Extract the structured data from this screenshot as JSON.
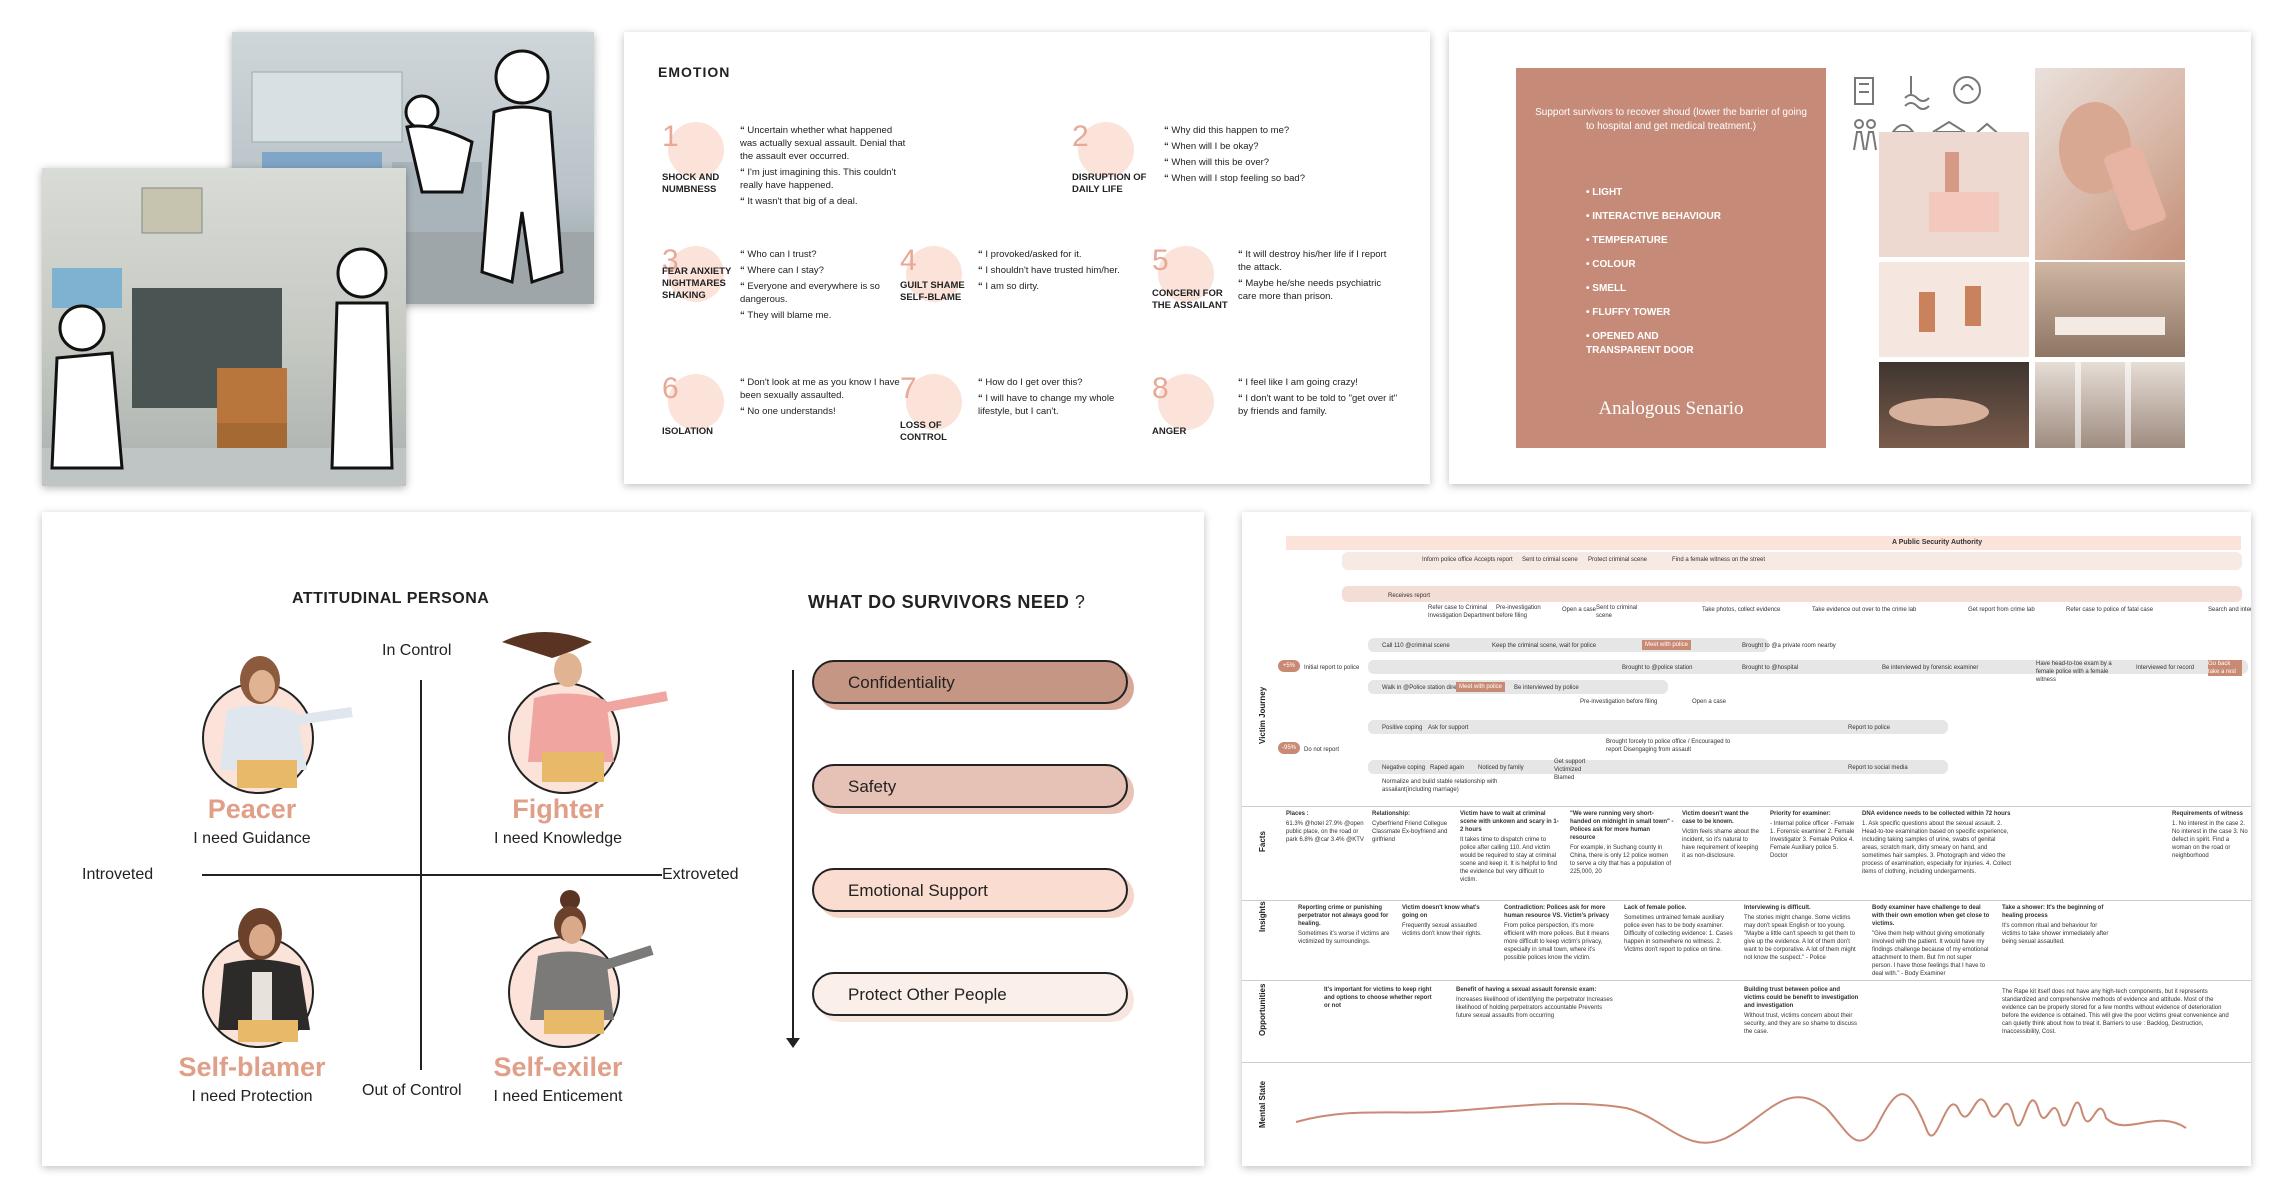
{
  "emotion": {
    "title": "EMOTION",
    "items": [
      {
        "num": "1",
        "name": "SHOCK AND NUMBNESS",
        "quotes": [
          "Uncertain whether what happened was actually sexual assault. Denial that the assault ever occurred.",
          "I'm just imagining this. This couldn't really have happened.",
          "It wasn't that big of a deal."
        ]
      },
      {
        "num": "2",
        "name": "DISRUPTION OF DAILY LIFE",
        "quotes": [
          "Why did this happen to me?",
          "When will I be okay?",
          "When will this be over?",
          "When will I stop feeling so bad?"
        ]
      },
      {
        "num": "3",
        "name": "FEAR ANXIETY NIGHTMARES SHAKING",
        "quotes": [
          "Who can I trust?",
          "Where can I stay?",
          "Everyone and everywhere is so dangerous.",
          "They will blame me."
        ]
      },
      {
        "num": "4",
        "name": "GUILT SHAME SELF-BLAME",
        "quotes": [
          "I provoked/asked for it.",
          "I shouldn't have trusted him/her.",
          "I am so dirty."
        ]
      },
      {
        "num": "5",
        "name": "CONCERN FOR THE ASSAILANT",
        "quotes": [
          "It will destroy his/her life if I report the attack.",
          "Maybe he/she needs psychiatric care more than prison."
        ]
      },
      {
        "num": "6",
        "name": "ISOLATION",
        "quotes": [
          "Don't look at me as you know I have been sexually assaulted.",
          "No one understands!"
        ]
      },
      {
        "num": "7",
        "name": "LOSS OF CONTROL",
        "quotes": [
          "How do I get over this?",
          "I will have to change my whole lifestyle, but I can't."
        ]
      },
      {
        "num": "8",
        "name": "ANGER",
        "quotes": [
          "I feel like I am going crazy!",
          "I don't want to be told to \"get over it\" by friends and family."
        ]
      }
    ]
  },
  "analogous": {
    "support": "Support survivors to recover shoud (lower the barrier of going to hospital and get medical treatment.)",
    "features": [
      "LIGHT",
      "INTERACTIVE BEHAVIOUR",
      "TEMPERATURE",
      "COLOUR",
      "SMELL",
      "FLUFFY TOWER",
      "OPENED AND TRANSPARENT DOOR"
    ],
    "title": "Analogous Senario",
    "icons": [
      "hotel-icon",
      "pool-icon",
      "spa-icon",
      "family-icon",
      "shower-icon",
      "towel-icon",
      "house-icon"
    ]
  },
  "persona": {
    "title": "ATTITUDINAL PERSONA",
    "axis": {
      "top": "In Control",
      "bottom": "Out of Control",
      "left": "Introveted",
      "right": "Extroveted"
    },
    "personas": [
      {
        "name": "Peacer",
        "need": "I need Guidance"
      },
      {
        "name": "Fighter",
        "need": "I need Knowledge"
      },
      {
        "name": "Self-blamer",
        "need": "I need Protection"
      },
      {
        "name": "Self-exiler",
        "need": "I need Enticement"
      }
    ],
    "needs_title": "WHAT DO SURVIVORS NEED",
    "needs_q": "?",
    "needs": [
      "Confidentiality",
      "Safety",
      "Emotional Support",
      "Protect Other People"
    ]
  },
  "journey": {
    "authority": "A Public Security Authority",
    "rows": [
      "Victim Journey",
      "Facts",
      "Insights",
      "Opportunities",
      "Mental State"
    ],
    "steps_top": [
      "Inform police office",
      "Accepts report",
      "Sent to crimial scene",
      "Protect criminal scene",
      "Find a female witness on the street"
    ],
    "steps_mid": [
      "Receives report",
      "Refer case to Criminal Investigation Department",
      "Pre-investigation before filing",
      "Open a case",
      "Sent to criminal scene",
      "Take photos, collect evidence",
      "Take evidence out over to the crime lab",
      "Get report from crime lab",
      "Refer case to police of fatal case",
      "Search and interrogate"
    ],
    "steps_call": [
      "Call 110 @criminal scene",
      "Keep the criminal scene, wait for police",
      "Meet with police",
      "Brought to @a private room nearby"
    ],
    "initial": "Initial report to police",
    "walk": [
      "Walk in @Police station directly",
      "Meet with police",
      "Be interviewed by police",
      "Pre-investigation before filing",
      "Open a case"
    ],
    "hosp": [
      "Brought to @police station",
      "Brought to @hospital",
      "Be interviewed by forensic examiner",
      "Have head-to-toe exam by a female police with a female witness",
      "Interviewed for record",
      "Go back take a rest"
    ],
    "pos": [
      "Positive coping",
      "Ask for support",
      "Report to police"
    ],
    "notrep": "Do not report",
    "neg": [
      "Negative coping",
      "Raped again",
      "Noticed by family",
      "Get support Victimized Blamed",
      "Brought forcely to police office / Encouraged to report Disengaging from assault",
      "Report to social media"
    ],
    "norm": "Normalize and build stable relationship with assailant(including marriage)",
    "pct_a": "+5%",
    "pct_b": "-95%",
    "facts": [
      {
        "h": "Places :",
        "t": "61.3% @hotel  27.9% @open public place, on the road or park  6.8% @car  3.4% @KTV"
      },
      {
        "h": "Relationship:",
        "t": "Cyberfriend  Friend  Collegue  Classmate  Ex-boyfriend and girlfriend"
      },
      {
        "h": "Victim have to wait at criminal scene with unkown and scary in 1-2 hours",
        "t": "It takes time to dispatch crime to police after calling 110. And victim would be required to stay at criminal scene and keep it. It is helpful to find the evidence but very difficult to victim."
      },
      {
        "h": "\"We were running very short-handed on midnight in small town\" - Polices ask for more human resource",
        "t": "For example, in Suchang county in China, there is only 12 police women to serve a city that has a population of 225,000, 20"
      },
      {
        "h": "Victim doesn't want the case to be known.",
        "t": "Victim feels shame about the incident, so it's natural to have requirement of keeping it as non-disclosure."
      },
      {
        "h": "Priority for examiner:",
        "t": "- Internal police officer - Female  1. Forensic examiner  2. Female Investigator  3. Female Police  4. Female Auxiliary police  5. Doctor"
      },
      {
        "h": "DNA evidence needs to be collected within 72 hours",
        "t": "1. Ask specific questions about the sexual assault.  2. Head-to-toe examination based on specific experience, including taking samples of urine, swabs of genital areas, scratch mark, dirty smeary on hand, and sometimes hair samples.  3. Photograph and video the process of examination, especially for injuries.  4. Collect items of clothing, including undergarments."
      },
      {
        "h": "Requirements of witness",
        "t": "1. No interest in the case  2. No interest in the case  3. No defect in spirit.  Find a woman on the road or neighborhood"
      }
    ],
    "insights": [
      {
        "h": "Reporting crime or punishing perpetrator not always good for healing.",
        "t": "Sometimes it's worse if victims are victimized by surroundings."
      },
      {
        "h": "Victim doesn't know what's going on",
        "t": "Frequently sexual assaulted victims don't know their rights."
      },
      {
        "h": "Contradiction: Polices ask for more human resource VS. Victim's privacy",
        "t": "From police perspection, it's more efficient with more polices. But it means more difficult to keep victim's privacy, especially in small town, where it's possible polices know the victim."
      },
      {
        "h": "Lack of female police.",
        "t": "Sometimes untrained female auxiliary police even has to be body examiner.  Difficulty of collecting evidence:  1. Cases happen in somewhere no witness.  2. Victims don't report to police on time."
      },
      {
        "h": "Interviewing is difficult.",
        "t": "The stories might change. Some victims may don't speak English or too young. \"Maybe a little can't speech to get them to give up the evidence. A lot of them don't want to be corporative. A lot of them might not know the suspect.\" - Police"
      },
      {
        "h": "Body examiner have challenge to deal with their own emotion when get close to victims.",
        "t": "\"Give them help without giving emotionally involved with the patient. It would have my findings challenge because of my emotional attachment to them. But I'm not super person. I have those feelings that I have to deal with.\" - Body Examiner"
      },
      {
        "h": "Take a shower: It's the beginning of healing process",
        "t": "It's common ritual and behaviour for victims to take shower immediately after being sexual assaulted."
      }
    ],
    "opps": [
      {
        "h": "It's important for victims to keep right and options to choose whether report or not",
        "t": ""
      },
      {
        "h": "Benefit of having a sexual assault forensic exam:",
        "t": "Increases likelihood of identifying the perpetrator  Increases likelihood of holding perpetrators accountable  Prevents future sexual assaults from occurring"
      },
      {
        "h": "Building trust between police and victims could be benefit to investigation and investigation",
        "t": "Without trust, victims concern about their security, and they are so shame to discuss the case."
      },
      {
        "h": "",
        "t": "The Rape kit itself does not have any high-tech components, but it represents standardized and comprehensive methods of evidence and attitude. Most of the evidence can be properly stored for a few months without evidence of deterioration before the evidence is obtained. This will give the poor victims great convenience and can quietly think about how to treat it.  Barriers to use : Backlog, Destruction, Inaccessibility, Cost."
      }
    ]
  }
}
